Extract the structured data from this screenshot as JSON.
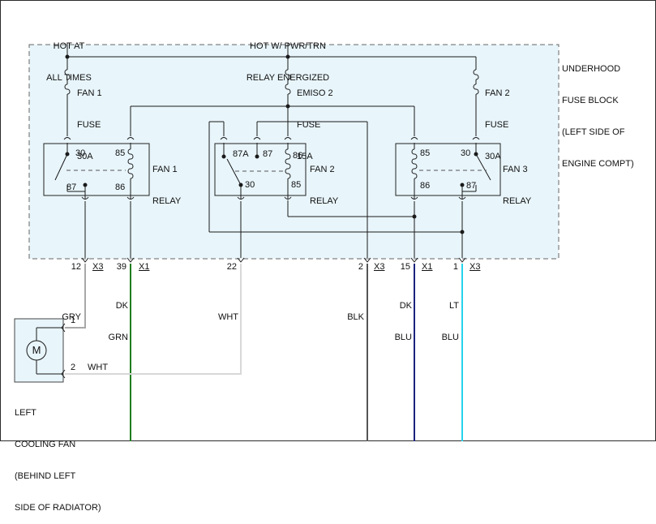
{
  "sources": {
    "hot_at_all_times": [
      "HOT AT",
      "ALL TIMES"
    ],
    "hot_relay_energized": [
      "HOT W/ PWR/TRN",
      "RELAY ENERGIZED"
    ]
  },
  "fuse_block": [
    "UNDERHOOD",
    "FUSE BLOCK",
    "(LEFT SIDE OF",
    "ENGINE COMPT)"
  ],
  "fuses": [
    {
      "name": "FAN 1",
      "type": "FUSE",
      "rating": "30A"
    },
    {
      "name": "EMISO 2",
      "type": "FUSE",
      "rating": "15A"
    },
    {
      "name": "FAN 2",
      "type": "FUSE",
      "rating": "30A"
    }
  ],
  "relays": [
    {
      "name": [
        "FAN 1",
        "RELAY"
      ],
      "pins": {
        "switch_in": "30",
        "switch_out": "87",
        "coil_top": "85",
        "coil_bottom": "86"
      }
    },
    {
      "name": [
        "FAN 2",
        "RELAY"
      ],
      "pins": {
        "nc": "87A",
        "no": "87",
        "common": "30",
        "coil_top": "86",
        "coil_bottom": "85"
      }
    },
    {
      "name": [
        "FAN 3",
        "RELAY"
      ],
      "pins": {
        "coil_top": "85",
        "coil_bottom": "86",
        "switch_in": "30",
        "switch_out": "87"
      }
    }
  ],
  "connectors": [
    {
      "pin": "12",
      "conn": "X3"
    },
    {
      "pin": "39",
      "conn": "X1"
    },
    {
      "pin": "22",
      "conn": ""
    },
    {
      "pin": "2",
      "conn": "X3"
    },
    {
      "pin": "15",
      "conn": "X1"
    },
    {
      "pin": "1",
      "conn": "X3"
    }
  ],
  "wires": [
    {
      "label": [
        "GRY"
      ],
      "color": "#a8a8a8"
    },
    {
      "label": [
        "DK",
        "GRN"
      ],
      "color": "#1e7d1e"
    },
    {
      "label": [
        "WHT"
      ],
      "color": "#d8d8d8"
    },
    {
      "label": [
        "BLK"
      ],
      "color": "#555555"
    },
    {
      "label": [
        "DK",
        "BLU"
      ],
      "color": "#1a237e"
    },
    {
      "label": [
        "LT",
        "BLU"
      ],
      "color": "#26d4ec"
    }
  ],
  "motor": {
    "symbol": "M",
    "pin1": "1",
    "pin2": "2",
    "wire2_label": "WHT",
    "name": [
      "LEFT",
      "COOLING FAN",
      "(BEHIND LEFT",
      "SIDE OF RADIATOR)"
    ]
  },
  "colors": {
    "fuse_block_fill": "#e8f5fb",
    "motor_fill": "#e8f5fb",
    "line": "#1a1a1a"
  }
}
